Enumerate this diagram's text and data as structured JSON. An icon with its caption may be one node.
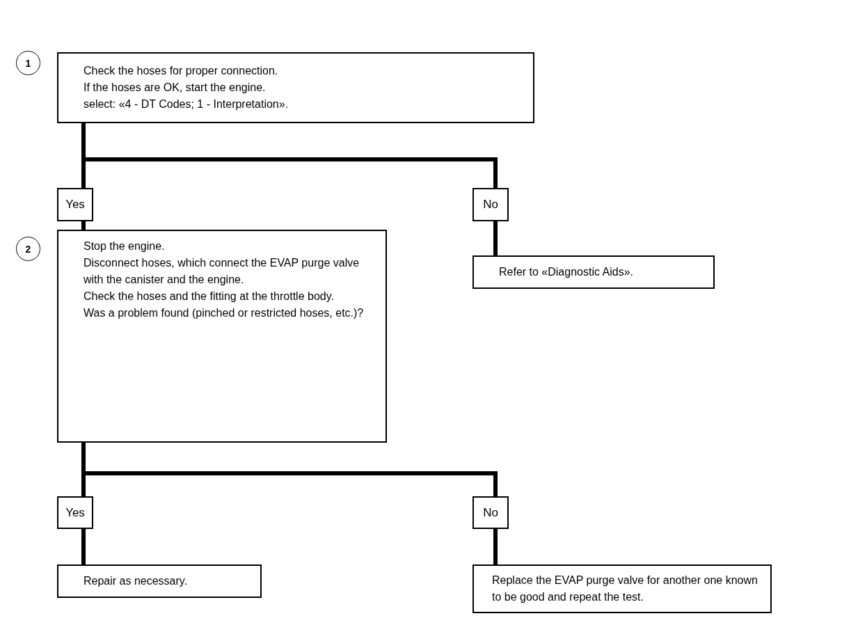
{
  "diagram": {
    "nodes": [
      {
        "text": [
          "1"
        ]
      },
      {
        "text": [
          "Check the hoses for proper connection.",
          "If the hoses are OK, start the engine.",
          "select: «4 - DT Codes; 1 - Interpretation»."
        ]
      },
      {
        "text": [
          "Yes"
        ]
      },
      {
        "text": [
          "No"
        ]
      },
      {
        "text": [
          "2"
        ]
      },
      {
        "text": [
          "Stop the engine.",
          "Disconnect hoses, which connect the EVAP purge valve with the canister and the engine.",
          "Check the hoses and the fitting at the throttle body.",
          "Was a problem found (pinched or restricted hoses, etc.)?"
        ]
      },
      {
        "text": [
          "Refer to «Diagnostic Aids»."
        ]
      },
      {
        "text": [
          "Yes"
        ]
      },
      {
        "text": [
          "No"
        ]
      },
      {
        "text": [
          "Repair as necessary."
        ]
      },
      {
        "text": [
          "Replace the EVAP purge valve for another one known to be good and repeat the test."
        ]
      }
    ],
    "edges": [
      {
        "from": 1,
        "to": 2,
        "arrow": "none"
      },
      {
        "from": 1,
        "to": 3,
        "arrow": "none"
      },
      {
        "from": 2,
        "to": 5,
        "arrow": "none"
      },
      {
        "from": 3,
        "to": 6,
        "arrow": "none"
      },
      {
        "from": 5,
        "to": 7,
        "arrow": "none"
      },
      {
        "from": 5,
        "to": 8,
        "arrow": "none"
      },
      {
        "from": 7,
        "to": 9,
        "arrow": "none"
      },
      {
        "from": 8,
        "to": 10,
        "arrow": "none"
      }
    ]
  }
}
